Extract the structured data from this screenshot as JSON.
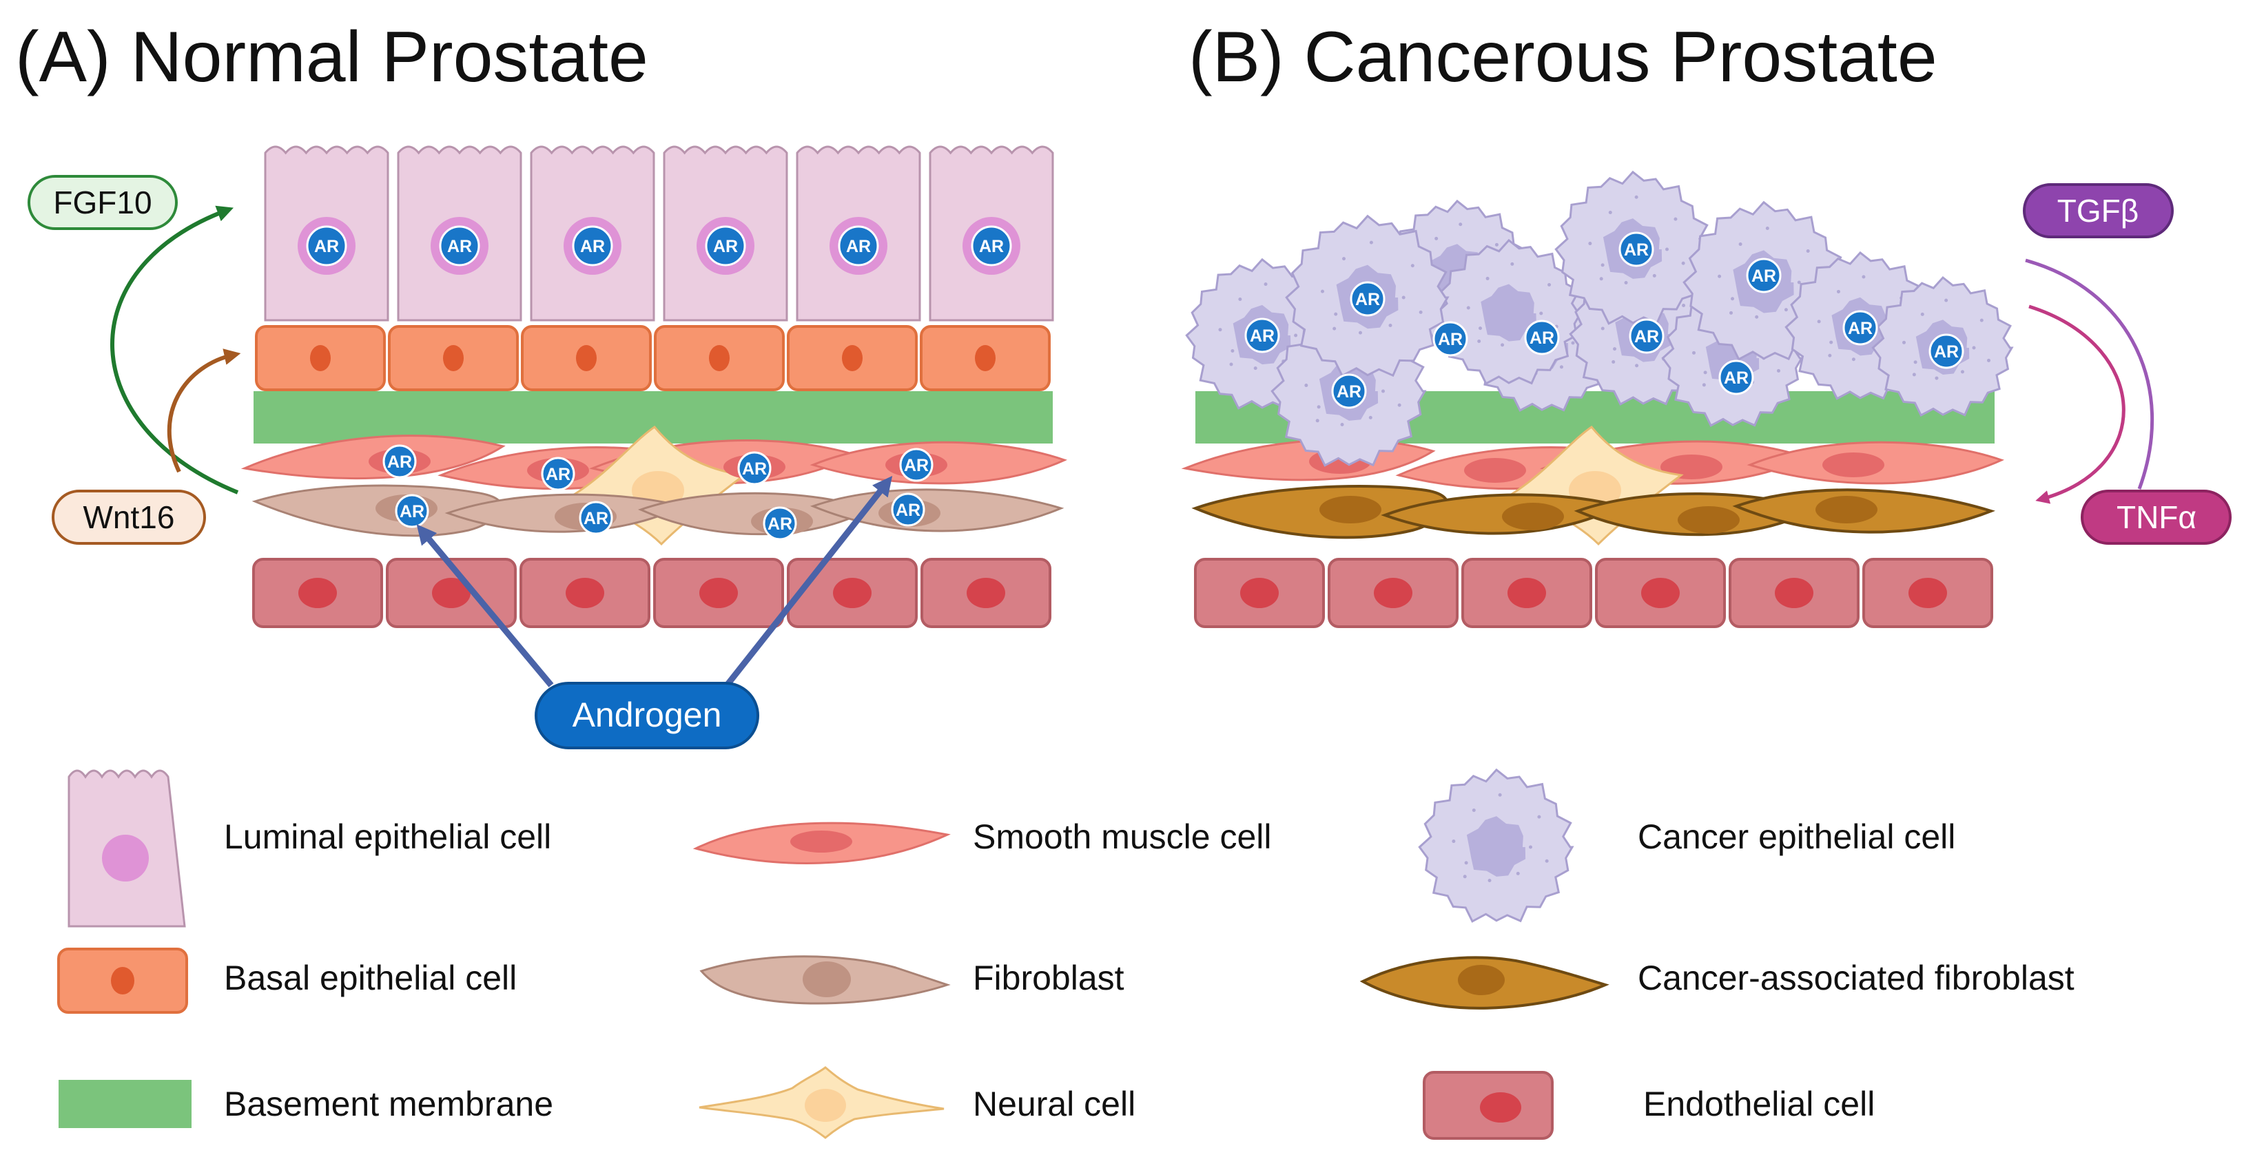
{
  "panels": {
    "a_title": "(A) Normal Prostate",
    "b_title": "(B) Cancerous Prostate"
  },
  "receptor_label": "AR",
  "signals": {
    "fgf10": "FGF10",
    "wnt16": "Wnt16",
    "androgen": "Androgen",
    "tgfb": "TGFβ",
    "tnfa": "TNFα"
  },
  "legend": {
    "luminal": "Luminal epithelial cell",
    "basal": "Basal epithelial cell",
    "membrane": "Basement membrane",
    "smooth_muscle": "Smooth muscle cell",
    "fibroblast": "Fibroblast",
    "neural": "Neural cell",
    "cancer_epithelial": "Cancer epithelial cell",
    "caf": "Cancer-associated fibroblast",
    "endothelial": "Endothelial cell"
  },
  "colors": {
    "luminal": "#ebcde0",
    "basal": "#f7956e",
    "membrane": "#7bc47c",
    "smooth_muscle": "#f7958a",
    "fibroblast": "#d8b4a6",
    "neural": "#fde6bb",
    "cancer_epithelial": "#d8d4ec",
    "caf": "#c98a2a",
    "endothelial": "#d77f86",
    "ar": "#1976c8",
    "fgf10_arrow": "#1f7a2e",
    "wnt16_arrow": "#a55a22",
    "androgen_arrow": "#4a63a8",
    "tgfb": "#8e44ad",
    "tnfa": "#c03a83"
  }
}
